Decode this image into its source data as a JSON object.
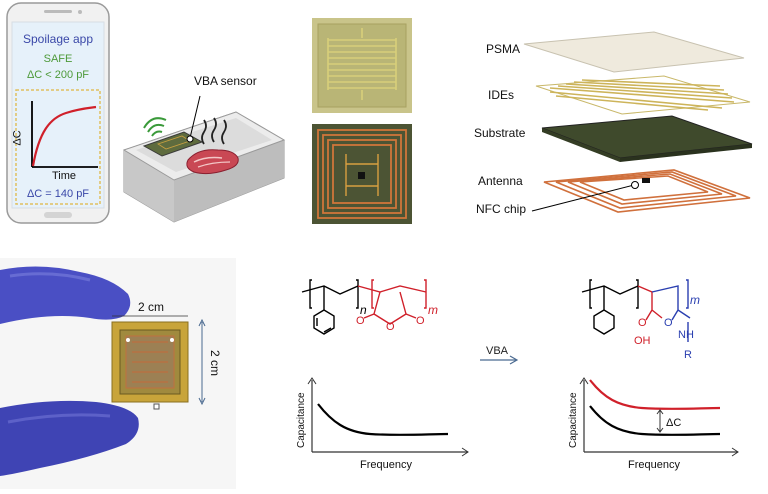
{
  "phone": {
    "app_title": "Spoilage app",
    "status": "SAFE",
    "threshold": "ΔC < 200 pF",
    "graph_ylabel": "ΔC",
    "graph_xlabel": "Time",
    "reading": "ΔC = 140 pF",
    "colors": {
      "title": "#3a48a8",
      "status": "#4e9a3a",
      "curve": "#d0202a"
    }
  },
  "sensor_box": {
    "label": "VBA sensor"
  },
  "layers": {
    "psma": "PSMA",
    "ides": "IDEs",
    "substrate": "Substrate",
    "antenna": "Antenna",
    "nfc_chip": "NFC chip"
  },
  "photo": {
    "width_label": "2 cm",
    "height_label": "2 cm",
    "glove_color": "#4a4fc4"
  },
  "reaction": {
    "arrow_label": "VBA",
    "left": {
      "repeat_n": "n",
      "repeat_m": "m"
    },
    "right": {
      "repeat_m": "m",
      "oh": "OH",
      "nh": "NH",
      "r": "R"
    }
  },
  "plot_left": {
    "ylabel": "Capacitance",
    "xlabel": "Frequency",
    "curve_color": "#000000"
  },
  "plot_right": {
    "ylabel": "Capacitance",
    "xlabel": "Frequency",
    "delta_label": "ΔC",
    "curve_colors": [
      "#d0202a",
      "#000000"
    ]
  }
}
